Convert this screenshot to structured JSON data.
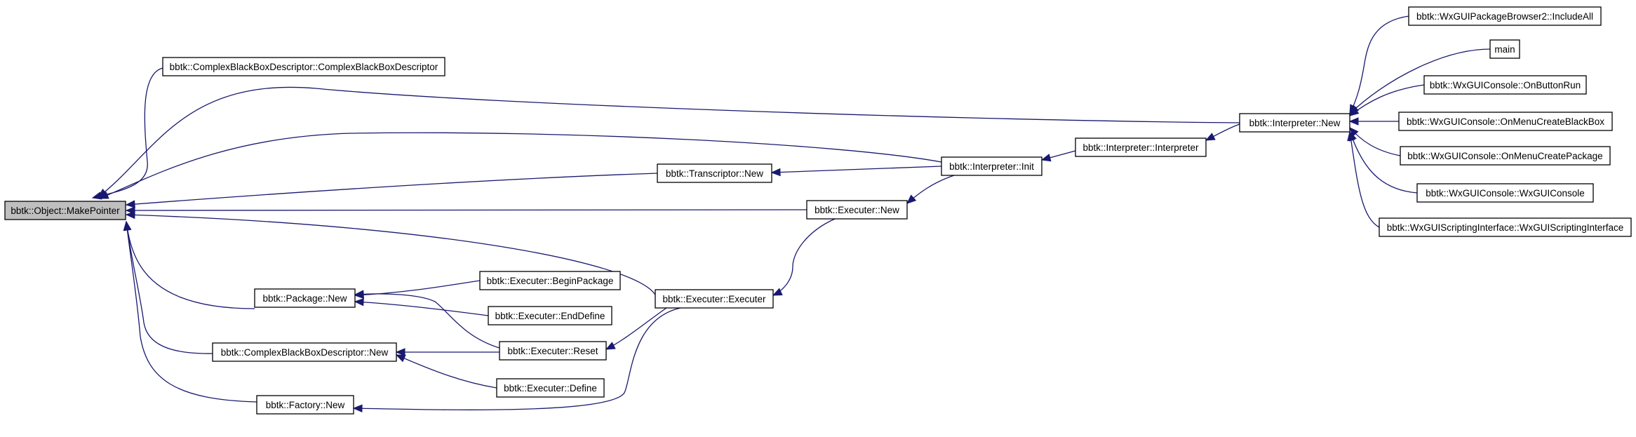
{
  "colors": {
    "edge": "#191970",
    "root_fill": "#bfbfbf",
    "node_fill": "#ffffff",
    "node_border": "#000000"
  },
  "nodes": [
    {
      "id": "make_pointer",
      "label": "bbtk::Object::MakePointer"
    },
    {
      "id": "cbbd_ctor",
      "label": "bbtk::ComplexBlackBoxDescriptor::ComplexBlackBoxDescriptor"
    },
    {
      "id": "transcriptor_new",
      "label": "bbtk::Transcriptor::New"
    },
    {
      "id": "executer_new",
      "label": "bbtk::Executer::New"
    },
    {
      "id": "package_new",
      "label": "bbtk::Package::New"
    },
    {
      "id": "cbbd_new",
      "label": "bbtk::ComplexBlackBoxDescriptor::New"
    },
    {
      "id": "factory_new",
      "label": "bbtk::Factory::New"
    },
    {
      "id": "interpreter_init",
      "label": "bbtk::Interpreter::Init"
    },
    {
      "id": "interpreter_interpreter",
      "label": "bbtk::Interpreter::Interpreter"
    },
    {
      "id": "interpreter_new",
      "label": "bbtk::Interpreter::New"
    },
    {
      "id": "executer_executer",
      "label": "bbtk::Executer::Executer"
    },
    {
      "id": "executer_beginpackage",
      "label": "bbtk::Executer::BeginPackage"
    },
    {
      "id": "executer_enddefine",
      "label": "bbtk::Executer::EndDefine"
    },
    {
      "id": "executer_reset",
      "label": "bbtk::Executer::Reset"
    },
    {
      "id": "executer_define",
      "label": "bbtk::Executer::Define"
    },
    {
      "id": "includeall",
      "label": "bbtk::WxGUIPackageBrowser2::IncludeAll"
    },
    {
      "id": "main",
      "label": "main"
    },
    {
      "id": "onbuttonrun",
      "label": "bbtk::WxGUIConsole::OnButtonRun"
    },
    {
      "id": "onmenucreateblackbox",
      "label": "bbtk::WxGUIConsole::OnMenuCreateBlackBox"
    },
    {
      "id": "onmenucreatepackage",
      "label": "bbtk::WxGUIConsole::OnMenuCreatePackage"
    },
    {
      "id": "wxguiconsole",
      "label": "bbtk::WxGUIConsole::WxGUIConsole"
    },
    {
      "id": "wxguiscripting",
      "label": "bbtk::WxGUIScriptingInterface::WxGUIScriptingInterface"
    }
  ],
  "edges": [
    {
      "from": "cbbd_ctor",
      "to": "make_pointer"
    },
    {
      "from": "interpreter_new",
      "to": "make_pointer"
    },
    {
      "from": "interpreter_init",
      "to": "make_pointer"
    },
    {
      "from": "transcriptor_new",
      "to": "make_pointer"
    },
    {
      "from": "executer_new",
      "to": "make_pointer"
    },
    {
      "from": "executer_executer",
      "to": "make_pointer"
    },
    {
      "from": "package_new",
      "to": "make_pointer"
    },
    {
      "from": "cbbd_new",
      "to": "make_pointer"
    },
    {
      "from": "factory_new",
      "to": "make_pointer"
    },
    {
      "from": "interpreter_init",
      "to": "transcriptor_new"
    },
    {
      "from": "interpreter_init",
      "to": "executer_new"
    },
    {
      "from": "interpreter_interpreter",
      "to": "interpreter_init"
    },
    {
      "from": "interpreter_new",
      "to": "interpreter_interpreter"
    },
    {
      "from": "executer_new",
      "to": "executer_executer"
    },
    {
      "from": "executer_beginpackage",
      "to": "package_new"
    },
    {
      "from": "executer_enddefine",
      "to": "package_new"
    },
    {
      "from": "executer_reset",
      "to": "package_new"
    },
    {
      "from": "executer_reset",
      "to": "cbbd_new"
    },
    {
      "from": "executer_define",
      "to": "cbbd_new"
    },
    {
      "from": "executer_executer",
      "to": "executer_reset"
    },
    {
      "from": "executer_executer",
      "to": "factory_new"
    },
    {
      "from": "includeall",
      "to": "interpreter_new"
    },
    {
      "from": "main",
      "to": "interpreter_new"
    },
    {
      "from": "onbuttonrun",
      "to": "interpreter_new"
    },
    {
      "from": "onmenucreateblackbox",
      "to": "interpreter_new"
    },
    {
      "from": "onmenucreatepackage",
      "to": "interpreter_new"
    },
    {
      "from": "wxguiconsole",
      "to": "interpreter_new"
    },
    {
      "from": "wxguiscripting",
      "to": "interpreter_new"
    }
  ]
}
